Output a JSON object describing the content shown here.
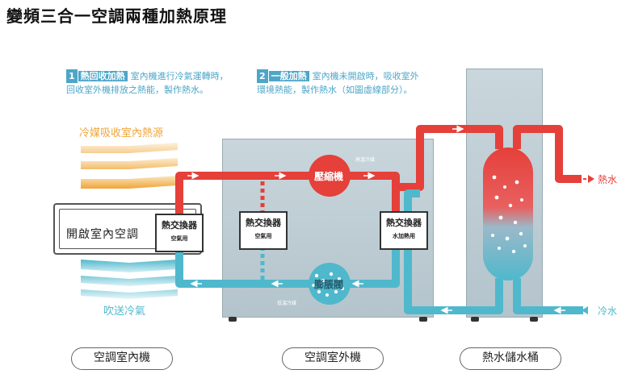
{
  "title": "變頻三合一空調兩種加熱原理",
  "note1": {
    "num": "1",
    "tag": "熱回收加熱",
    "line1": "室內機進行冷氣運轉時，",
    "line2": "回收室外機排放之熱能，製作熱水。"
  },
  "note2": {
    "num": "2",
    "tag": "一般加熱",
    "line1": "室內機未開啟時，吸收室外",
    "line2": "環境熱能，製作熱水（如圖虛線部分）。"
  },
  "warm_label": "冷媒吸收室內熱源",
  "cool_label": "吹送冷氣",
  "indoor_unit_label": "開啟室內空調",
  "hx_indoor": {
    "title": "熱交換器",
    "sub": "空氣用"
  },
  "hx_outdoor": {
    "title": "熱交換器",
    "sub": "空氣用"
  },
  "hx_water": {
    "title": "熱交換器",
    "sub": "水加熱用"
  },
  "compressor": "壓縮機",
  "expansion_valve": "膨脹閥",
  "high_temp_refrigerant": "高溫冷媒",
  "low_temp_refrigerant": "低溫冷媒",
  "hot_water": "熱水",
  "cold_water": "冷水",
  "bottom_labels": {
    "indoor": "空調室內機",
    "outdoor": "空調室外機",
    "tank": "熱水儲水桶"
  },
  "colors": {
    "hot": "#e5403a",
    "cold": "#4fb8cc",
    "warm": "#f0a53a",
    "unit": "#c4d2d8"
  }
}
